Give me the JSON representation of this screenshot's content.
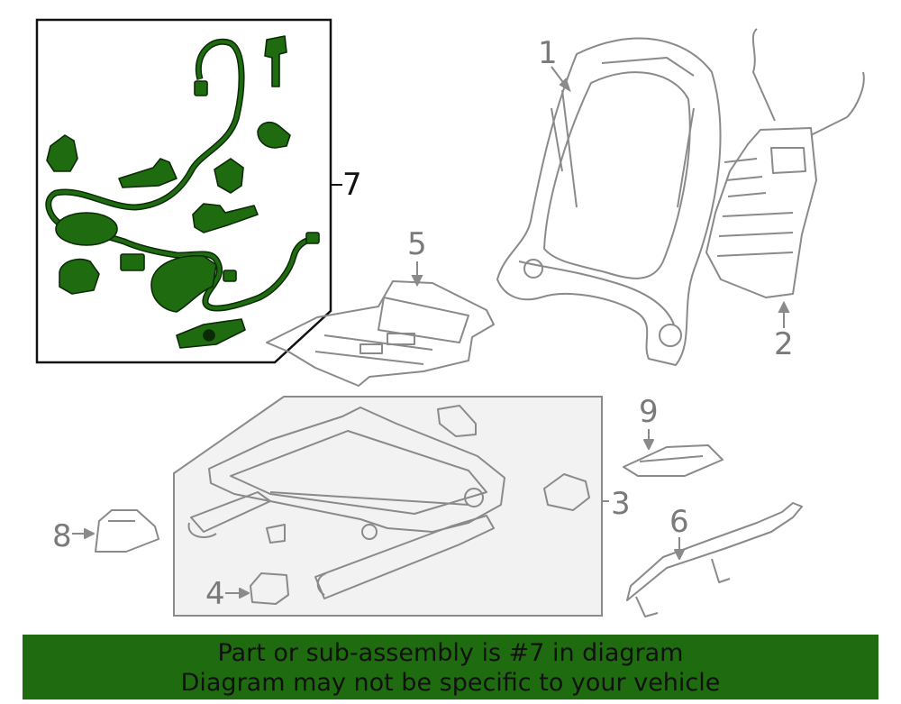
{
  "diagram": {
    "callouts": {
      "c1": "1",
      "c2": "2",
      "c3": "3",
      "c4": "4",
      "c5": "5",
      "c6": "6",
      "c7": "7",
      "c8": "8",
      "c9": "9"
    },
    "colors": {
      "highlight": "#1f6b10",
      "line_art": "#8a8a8a",
      "box_border": "#111111",
      "shaded_box": "#f2f2f2"
    }
  },
  "banner": {
    "line1": "Part or sub-assembly is #7 in diagram",
    "line2": "Diagram may not be specific to your vehicle"
  }
}
